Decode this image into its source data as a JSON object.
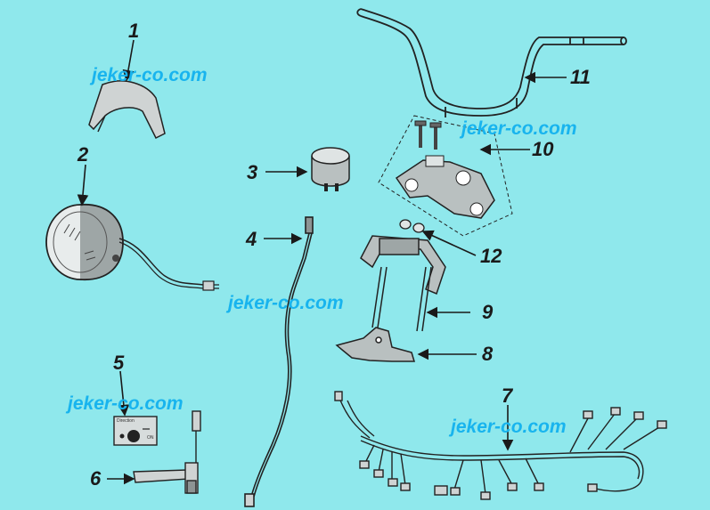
{
  "callouts": [
    "1",
    "2",
    "3",
    "4",
    "5",
    "6",
    "7",
    "8",
    "9",
    "10",
    "11",
    "12"
  ],
  "watermark": "jeker-co.com",
  "switch_plate_text": "Direction",
  "switch_plate_on": "ON",
  "colors": {
    "background": "#8fe8ec",
    "watermark": "#18b4ee",
    "line": "#1a1a1a"
  }
}
